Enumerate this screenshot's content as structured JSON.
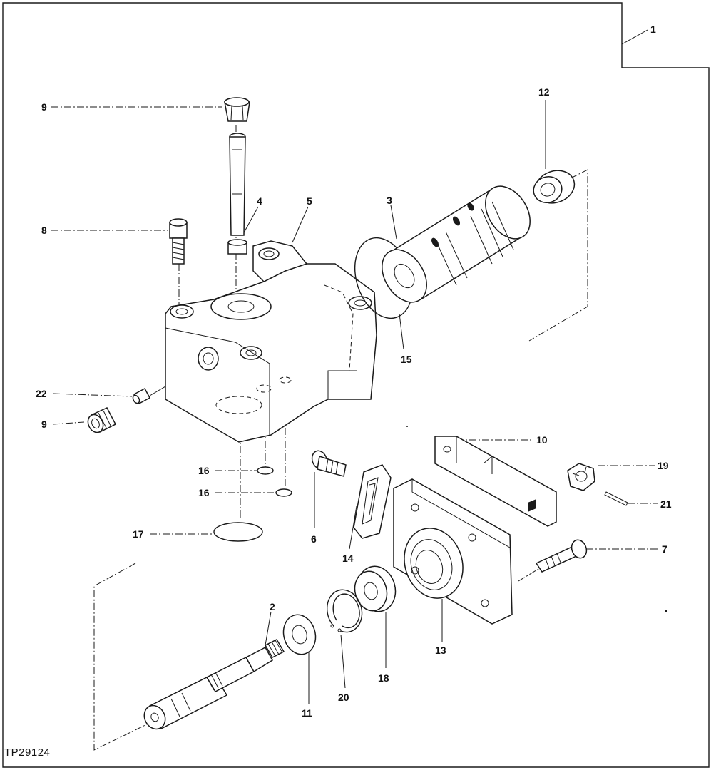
{
  "figure": {
    "id": "TP29124"
  },
  "callouts": {
    "c1": "1",
    "c2": "2",
    "c3": "3",
    "c4": "4",
    "c5": "5",
    "c6": "6",
    "c7": "7",
    "c8": "8",
    "c9_top": "9",
    "c9_side": "9",
    "c10": "10",
    "c11": "11",
    "c12": "12",
    "c13": "13",
    "c14": "14",
    "c15": "15",
    "c16_a": "16",
    "c16_b": "16",
    "c17": "17",
    "c18": "18",
    "c19": "19",
    "c20": "20",
    "c21": "21",
    "c22": "22"
  },
  "colors": {
    "ink": "#1a1a1a",
    "paper": "#ffffff"
  }
}
